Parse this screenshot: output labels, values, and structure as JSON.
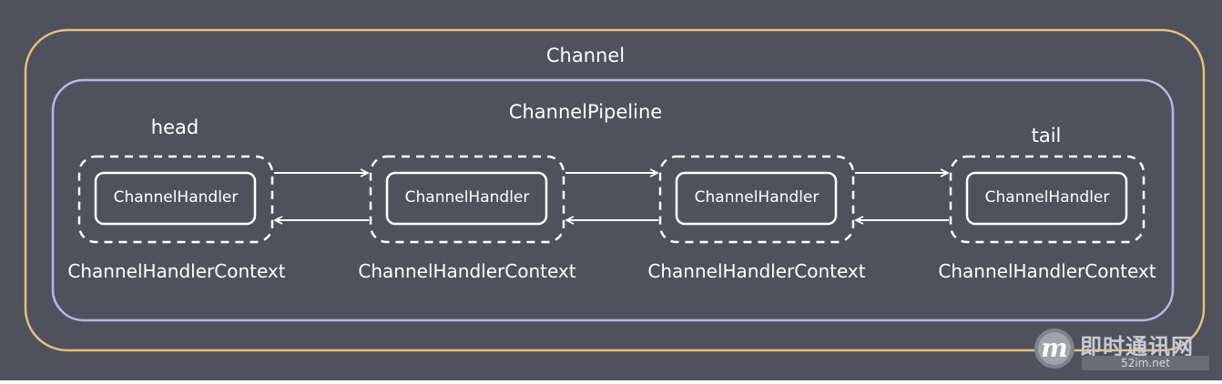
{
  "channel_label": "Channel",
  "pipeline_label": "ChannelPipeline",
  "head_label": "head",
  "tail_label": "tail",
  "contexts": [
    {
      "handler_label": "ChannelHandler",
      "context_label": "ChannelHandlerContext"
    },
    {
      "handler_label": "ChannelHandler",
      "context_label": "ChannelHandlerContext"
    },
    {
      "handler_label": "ChannelHandler",
      "context_label": "ChannelHandlerContext"
    },
    {
      "handler_label": "ChannelHandler",
      "context_label": "ChannelHandlerContext"
    }
  ],
  "watermark": {
    "logo_letter": "m",
    "title": "即时通讯网",
    "url": "52im.net"
  },
  "colors": {
    "background": "#4f525c",
    "channel_border": "#e3c27a",
    "pipeline_border": "#b3b9ea",
    "line": "#ffffff"
  }
}
